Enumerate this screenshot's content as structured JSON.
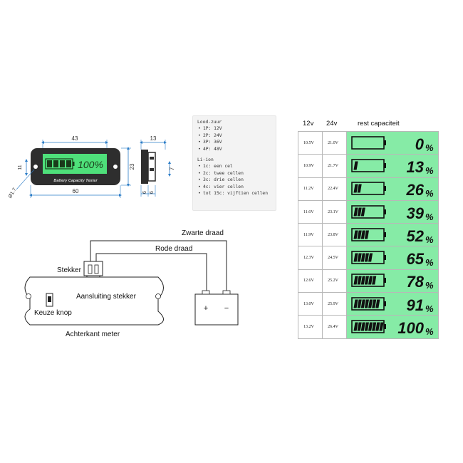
{
  "colors": {
    "lcd_green": "#86eba6",
    "device_body": "#2e2e2e",
    "device_screen": "#4ee07a",
    "dimension_line": "#2a7cc7",
    "segment": "#111111"
  },
  "device_front": {
    "dim_width_top": "43",
    "dim_height_left": "11",
    "dim_height_right": "23",
    "dim_width_bottom": "60",
    "dim_hole": "Ø1.7",
    "screen_readout": "100%",
    "screen_label": "Battery Capacity Tester"
  },
  "device_side": {
    "dim_top": "13",
    "dim_right": "7",
    "dim_bottom_a": "6",
    "dim_bottom_b": "6"
  },
  "wiring": {
    "black_wire": "Zwarte draad",
    "red_wire": "Rode draad",
    "plug": "Stekker",
    "plug_connection": "Aansluiting stekker",
    "select_button": "Keuze knop",
    "back_of_meter": "Achterkant meter",
    "battery_plus": "+",
    "battery_minus": "−"
  },
  "info": {
    "lead_acid_title": "Lood-zuur",
    "lead_acid": [
      "1P: 12V",
      "2P: 24V",
      "3P: 36V",
      "4P: 48V"
    ],
    "li_ion_title": "Li-ion",
    "li_ion": [
      "1c: een cel",
      "2c: twee cellen",
      "3c: drie cellen",
      "4c: vier cellen",
      "tot 15c: vijftien cellen"
    ]
  },
  "table": {
    "headers": {
      "v12": "12v",
      "v24": "24v",
      "capacity": "rest capaciteit"
    },
    "rows": [
      {
        "v12": "10.5V",
        "v24": "21.0V",
        "percent": "0",
        "unit": "%",
        "bars": 0
      },
      {
        "v12": "10.9V",
        "v24": "21.7V",
        "percent": "13",
        "unit": "%",
        "bars": 1
      },
      {
        "v12": "11.2V",
        "v24": "22.4V",
        "percent": "26",
        "unit": "%",
        "bars": 2
      },
      {
        "v12": "11.6V",
        "v24": "23.1V",
        "percent": "39",
        "unit": "%",
        "bars": 3
      },
      {
        "v12": "11.9V",
        "v24": "23.8V",
        "percent": "52",
        "unit": "%",
        "bars": 4
      },
      {
        "v12": "12.3V",
        "v24": "24.5V",
        "percent": "65",
        "unit": "%",
        "bars": 5
      },
      {
        "v12": "12.6V",
        "v24": "25.2V",
        "percent": "78",
        "unit": "%",
        "bars": 6
      },
      {
        "v12": "13.0V",
        "v24": "25.9V",
        "percent": "91",
        "unit": "%",
        "bars": 7
      },
      {
        "v12": "13.2V",
        "v24": "26.4V",
        "percent": "100",
        "unit": "%",
        "bars": 8
      }
    ]
  }
}
